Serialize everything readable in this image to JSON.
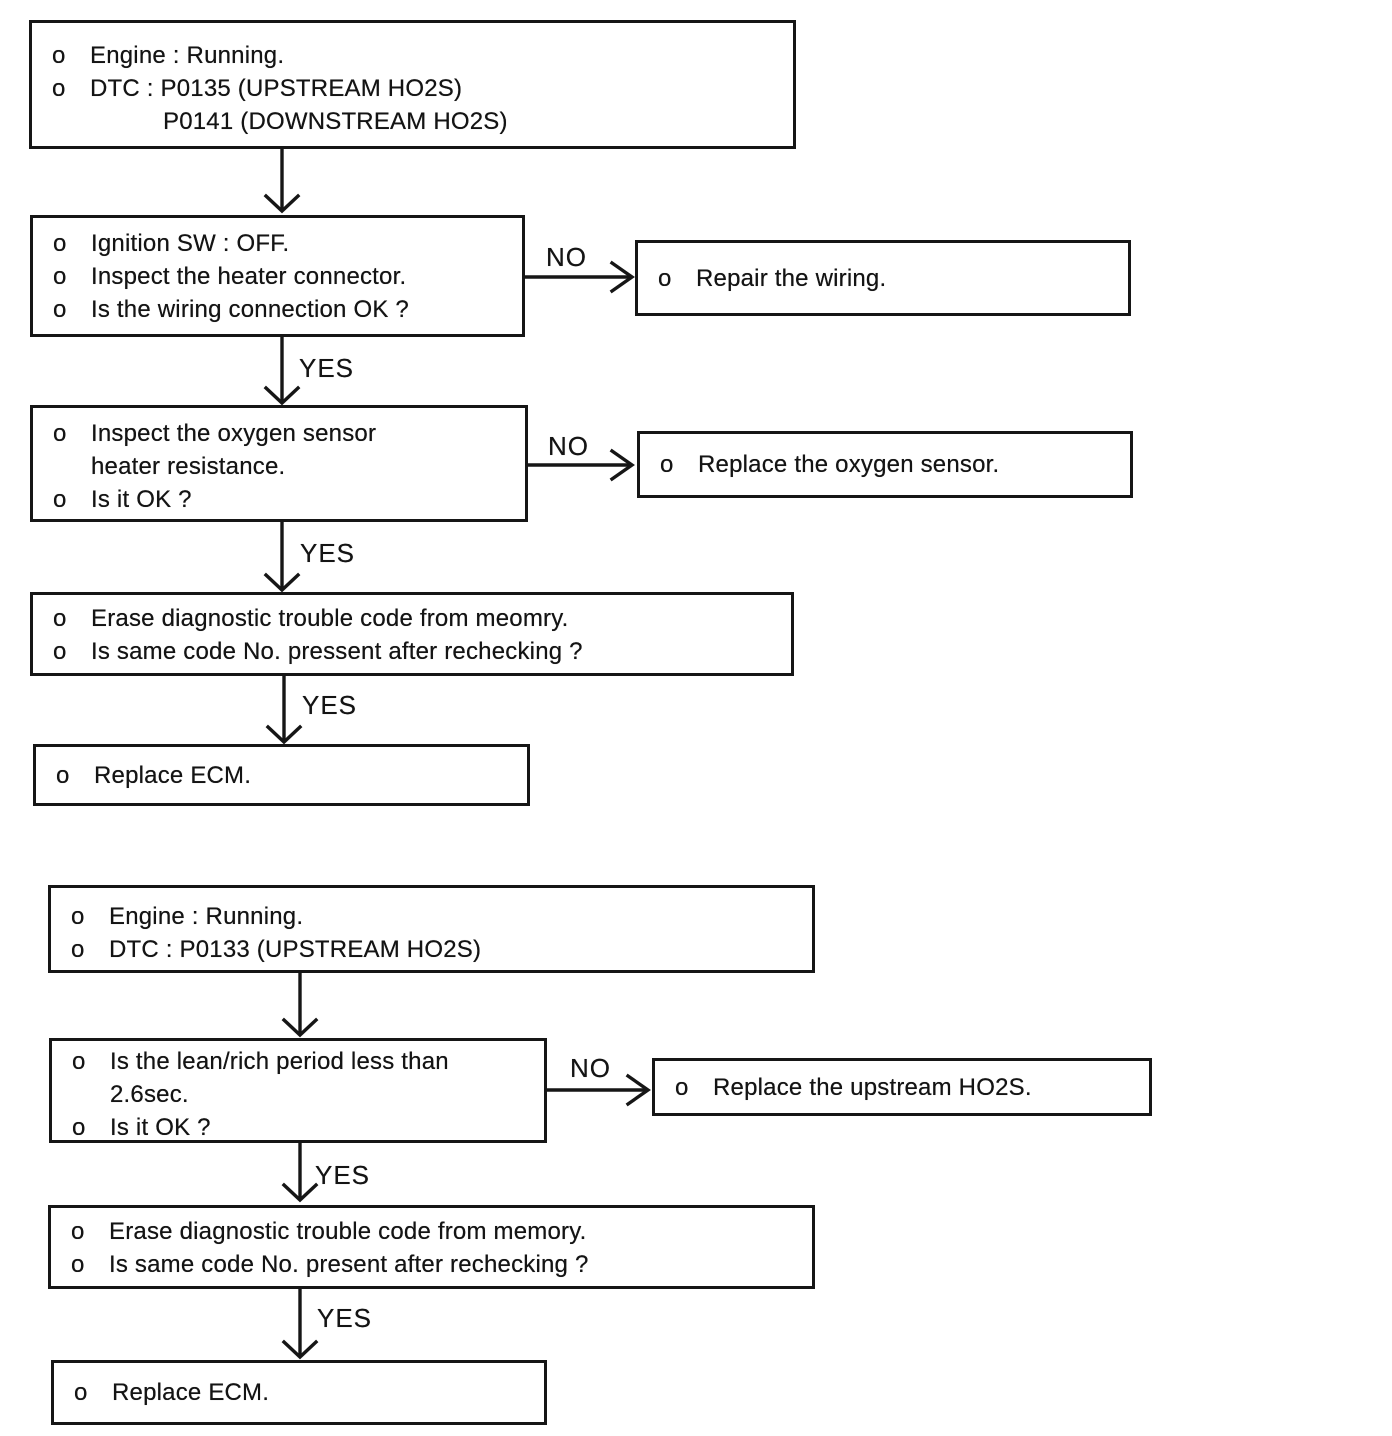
{
  "colors": {
    "ink": "#161616",
    "paper": "#ffffff"
  },
  "labels": {
    "yes": "YES",
    "no": "NO"
  },
  "charts": {
    "c1": {
      "start": {
        "lines": [
          {
            "bullet": "o",
            "text": "Engine : Running."
          },
          {
            "bullet": "o",
            "text": "DTC : P0135 (UPSTREAM HO2S)"
          },
          {
            "bullet": "",
            "text": "P0141 (DOWNSTREAM HO2S)"
          }
        ]
      },
      "check_wiring": {
        "lines": [
          {
            "bullet": "o",
            "text": "Ignition SW : OFF."
          },
          {
            "bullet": "o",
            "text": "Inspect the heater connector."
          },
          {
            "bullet": "o",
            "text": "Is the wiring connection OK ?"
          }
        ]
      },
      "repair_wiring": {
        "lines": [
          {
            "bullet": "o",
            "text": "Repair the wiring."
          }
        ]
      },
      "check_heater": {
        "lines": [
          {
            "bullet": "o",
            "text": "Inspect the oxygen sensor"
          },
          {
            "bullet": "",
            "text": "heater resistance."
          },
          {
            "bullet": "o",
            "text": "Is it OK ?"
          }
        ]
      },
      "replace_sensor": {
        "lines": [
          {
            "bullet": "o",
            "text": "Replace the oxygen sensor."
          }
        ]
      },
      "erase_dtc": {
        "lines": [
          {
            "bullet": "o",
            "text": "Erase diagnostic trouble code from meomry."
          },
          {
            "bullet": "o",
            "text": "Is same code No. pressent after rechecking ?"
          }
        ]
      },
      "replace_ecm": {
        "lines": [
          {
            "bullet": "o",
            "text": "Replace ECM."
          }
        ]
      }
    },
    "c2": {
      "start": {
        "lines": [
          {
            "bullet": "o",
            "text": "Engine : Running."
          },
          {
            "bullet": "o",
            "text": "DTC : P0133 (UPSTREAM HO2S)"
          }
        ]
      },
      "check_period": {
        "lines": [
          {
            "bullet": "o",
            "text": "Is the lean/rich period less than"
          },
          {
            "bullet": "",
            "text": "2.6sec."
          },
          {
            "bullet": "o",
            "text": "Is it OK ?"
          }
        ]
      },
      "replace_upstream": {
        "lines": [
          {
            "bullet": "o",
            "text": "Replace the upstream HO2S."
          }
        ]
      },
      "erase_dtc": {
        "lines": [
          {
            "bullet": "o",
            "text": "Erase diagnostic trouble code from memory."
          },
          {
            "bullet": "o",
            "text": "Is same code No. present after rechecking ?"
          }
        ]
      },
      "replace_ecm": {
        "lines": [
          {
            "bullet": "o",
            "text": "Replace ECM."
          }
        ]
      }
    }
  }
}
